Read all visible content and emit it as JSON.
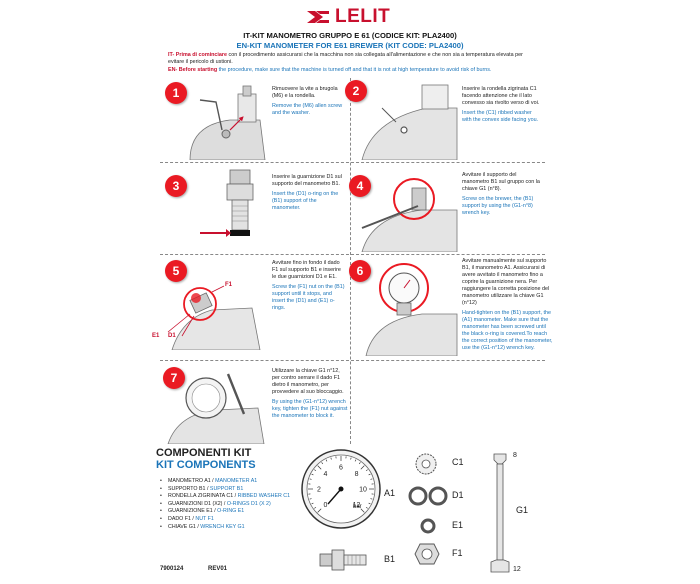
{
  "header": {
    "brand": "LELIT",
    "title_it": "IT-KIT MANOMETRO GRUPPO E 61 (CODICE KIT: PLA2400)",
    "title_en": "EN-KIT MANOMETER FOR E61 BREWER (KIT CODE: PLA2400)",
    "intro_it_lead": "IT- Prima di cominciare",
    "intro_it": " con il procedimento assicurarsi che la macchina non sia collegata all'alimentazione e che non sia a temperatura elevata per evitare il pericolo di ustioni.",
    "intro_en_lead": "EN- Before starting",
    "intro_en": " the procedure, make sure that the machine is turned off and that it is not at high temperature to avoid risk of burns."
  },
  "steps": [
    {
      "n": "1",
      "it": "Rimuovere la vite a brugola (M6) e la rondella.",
      "en": "Remove the (M6) allen screw and the washer."
    },
    {
      "n": "2",
      "it": "Inserire la rondella zigrinata C1 facendo attenzione che il lato convesso sia rivolto verso di voi.",
      "en": "Insert the (C1) ribbed washer with the convex side facing you."
    },
    {
      "n": "3",
      "it": "Inserire la guarnizione D1 sul supporto del manometro B1.",
      "en": "Insert the (D1) o-ring on the (B1) support of the manometer."
    },
    {
      "n": "4",
      "it": "Avvitare il supporto del manometro B1 sul gruppo con la chiave G1 (n°8).",
      "en": "Screw on the brewer, the (B1) support by using the (G1-n°8) wrench key."
    },
    {
      "n": "5",
      "it": "Avvitare fino in fondo il dado F1 sul supporto B1 e inserire le due guarnizioni D1 e E1.",
      "en": "Screw the (F1) nut on the (B1) support until it stops, and insert the (D1) and (E1) o-rings."
    },
    {
      "n": "6",
      "it": "Avvitare manualmente sul supporto B1, il manometro A1. Assicurarsi di avere avvitato il manometro fino a coprire la guarnizione nera. Per raggiungere la corretta posizione del manometro utilizzare la chiave G1 (n°12)",
      "en": "Hand-tighten on the (B1) support, the (A1) manometer. Make sure that the manometer has been screwed until the black o-ring is covered.To reach the correct position of the manometer, use the (G1-n°12) wrench key."
    },
    {
      "n": "7",
      "it": "Utilizzare la chiave G1 n°12, per contro serrare il dado F1 dietro il manometro, per provvedere al suo bloccaggio.",
      "en": "By using the (G1-n°12) wrench key, tighten the (F1) nut against the manometer to block it."
    }
  ],
  "step5_labels": {
    "f1": "F1",
    "e1": "E1",
    "d1": "D1"
  },
  "components": {
    "title_it": "COMPONENTI KIT",
    "title_en": "KIT COMPONENTS",
    "items": [
      {
        "it": "MANOMETRO A1 / ",
        "en": "MANOMETER A1"
      },
      {
        "it": "SUPPORTO B1 / ",
        "en": "SUPPORT B1"
      },
      {
        "it": "RONDELLA ZIGRINATA C1 / ",
        "en": "RIBBED WASHER C1"
      },
      {
        "it": "GUARNIZIONI D1 (X2) / ",
        "en": "O-RINGS D1 (X 2)"
      },
      {
        "it": "GUARNIZIONE E1 / ",
        "en": "O-RING E1"
      },
      {
        "it": "DADO F1 / ",
        "en": "NUT F1"
      },
      {
        "it": "CHIAVE G1 / ",
        "en": "WRENCH KEY G1"
      }
    ],
    "doc_code": "7900124",
    "revision": "REV01",
    "labels": {
      "a1": "A1",
      "b1": "B1",
      "c1": "C1",
      "d1": "D1",
      "e1": "E1",
      "f1": "F1",
      "g1": "G1",
      "wrench_top": "8",
      "wrench_bottom": "12"
    },
    "gauge": {
      "ticks": [
        "0",
        "2",
        "4",
        "6",
        "8",
        "10",
        "12"
      ],
      "unit": "bar"
    }
  },
  "colors": {
    "brand_red": "#c8102e",
    "step_red": "#ea1a23",
    "en_blue": "#1a74b8"
  }
}
